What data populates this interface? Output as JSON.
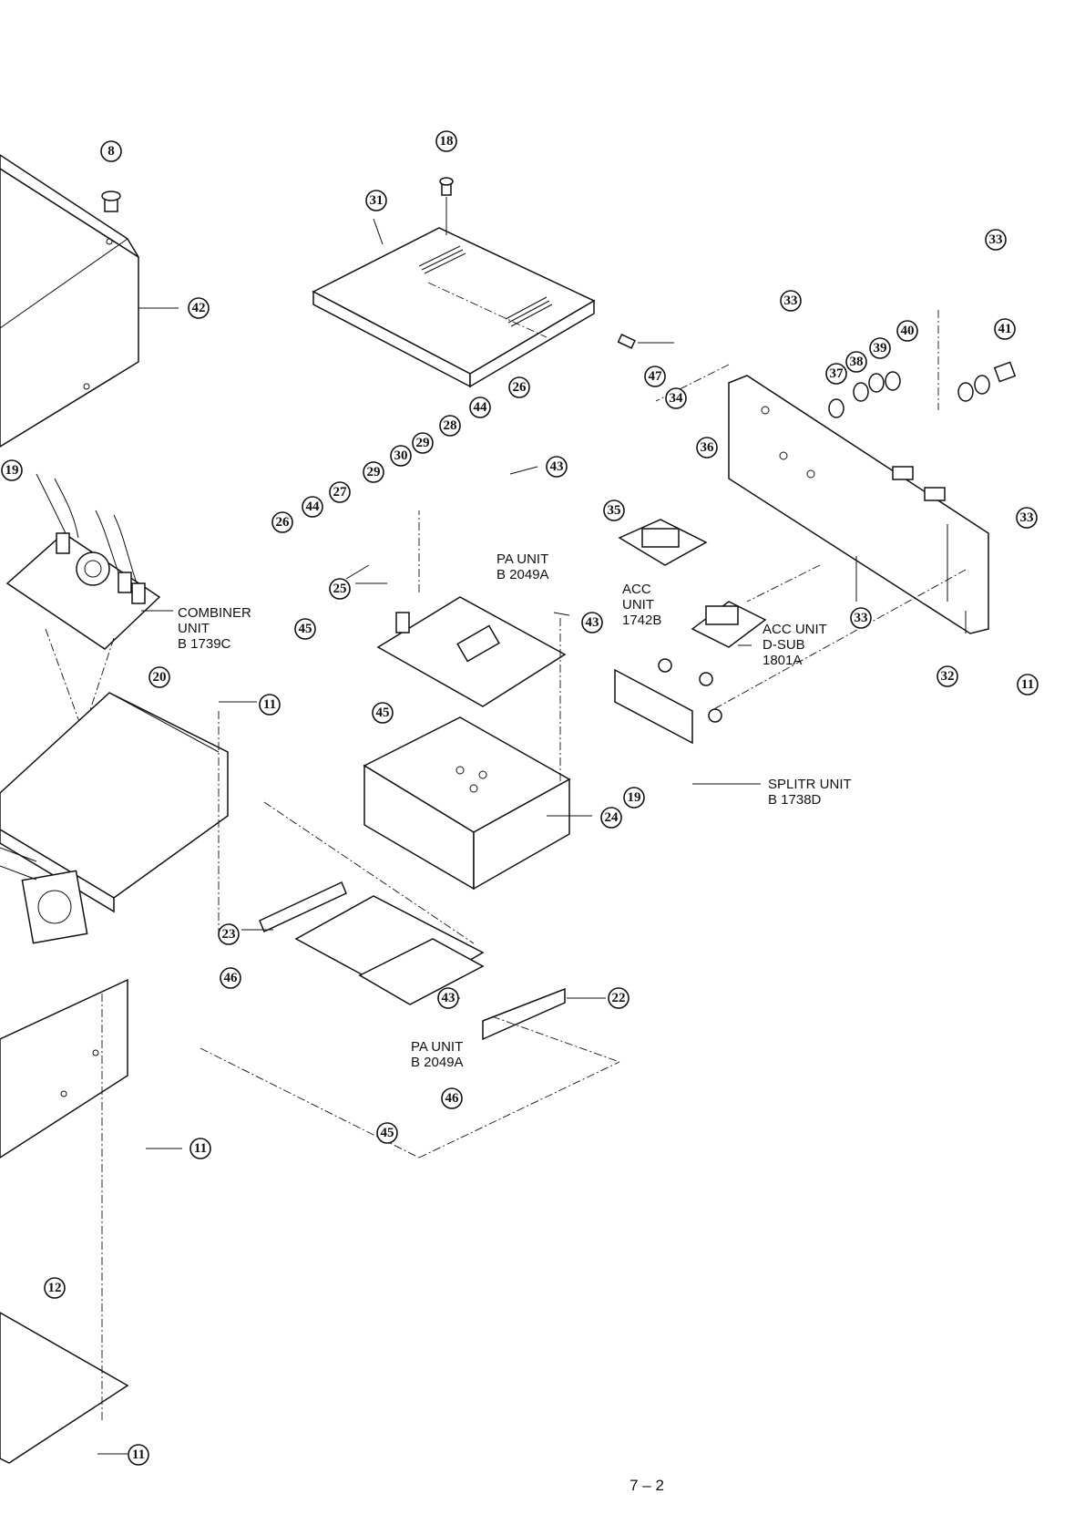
{
  "page": {
    "number": "7 – 2"
  },
  "callouts": [
    "8",
    "18",
    "31",
    "42",
    "33",
    "33",
    "40",
    "41",
    "47",
    "34",
    "37",
    "38",
    "39",
    "36",
    "35",
    "26",
    "44",
    "28",
    "43",
    "29",
    "30",
    "29",
    "19",
    "27",
    "26",
    "44",
    "25",
    "45",
    "43",
    "45",
    "20",
    "11",
    "24",
    "23",
    "46",
    "43",
    "22",
    "45",
    "46",
    "11",
    "12",
    "11",
    "33",
    "32",
    "11",
    "19",
    "33"
  ],
  "labels": [
    {
      "lines": [
        "COMBINER",
        "UNIT",
        "B 1739C"
      ]
    },
    {
      "lines": [
        "PA UNIT",
        "B 2049A"
      ]
    },
    {
      "lines": [
        "ACC",
        "UNIT",
        "1742B"
      ]
    },
    {
      "lines": [
        "ACC UNIT",
        "D-SUB",
        "1801A"
      ]
    },
    {
      "lines": [
        "SPLITR UNIT",
        "B 1738D"
      ]
    },
    {
      "lines": [
        "PA UNIT",
        "B 2049A"
      ]
    }
  ]
}
